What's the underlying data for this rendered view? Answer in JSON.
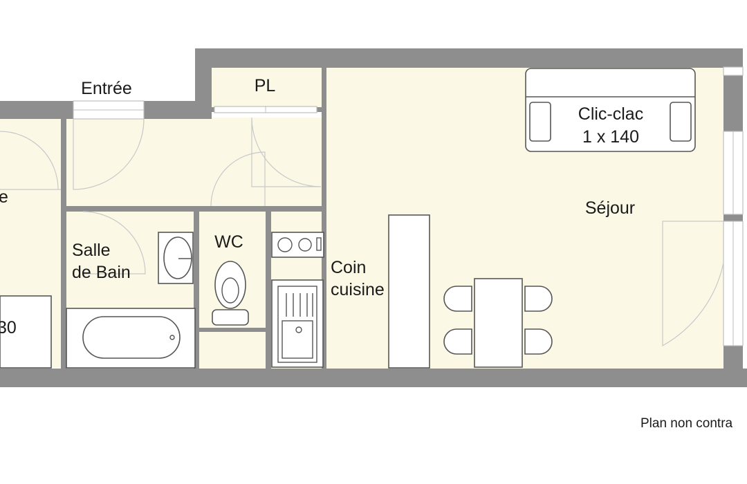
{
  "rooms": {
    "entree": "Entrée",
    "pl": "PL",
    "sejour": "Séjour",
    "wc": "WC",
    "salle_de_bain": [
      "Salle",
      "de Bain"
    ],
    "coin_cuisine": [
      "Coin",
      "cuisine"
    ],
    "chambre_partial": "e"
  },
  "furniture": {
    "clic_clac": [
      "Clic-clac",
      "1 x 140"
    ],
    "bed_partial": "30"
  },
  "footer": {
    "disclaimer": "Plan non contra"
  }
}
